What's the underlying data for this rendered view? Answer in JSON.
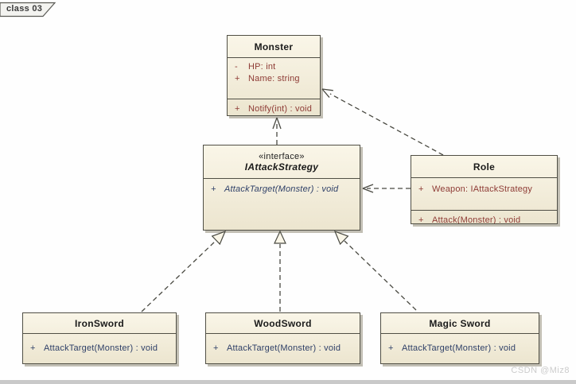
{
  "frame": {
    "label": "class 03"
  },
  "watermark": "CSDN @Miz8",
  "colors": {
    "box-fill-top": "#faf6e8",
    "box-fill-bottom": "#ece5cf",
    "box-border": "#504f45",
    "box-shadow": "#c2bfb4",
    "member-red": "#8e3b35",
    "member-blue": "#2f4068",
    "connector": "#4a4a42",
    "watermark": "#cccccc",
    "frame-text": "#3a3a3a",
    "bottom-strip": "#c9c9c9"
  },
  "classes": {
    "monster": {
      "name": "Monster",
      "attributes": [
        {
          "vis": "-",
          "text": "HP:  int"
        },
        {
          "vis": "+",
          "text": "Name:  string"
        }
      ],
      "methods": [
        {
          "vis": "+",
          "text": "Notify(int) : void"
        }
      ]
    },
    "strategy": {
      "stereotype": "«interface»",
      "name": "IAttackStrategy",
      "methods": [
        {
          "vis": "+",
          "text": "AttackTarget(Monster) : void"
        }
      ]
    },
    "role": {
      "name": "Role",
      "attributes": [
        {
          "vis": "+",
          "text": "Weapon:  IAttackStrategy"
        }
      ],
      "methods": [
        {
          "vis": "+",
          "text": "Attack(Monster) : void"
        }
      ]
    },
    "ironsword": {
      "name": "IronSword",
      "methods": [
        {
          "vis": "+",
          "text": "AttackTarget(Monster) : void"
        }
      ]
    },
    "woodsword": {
      "name": "WoodSword",
      "methods": [
        {
          "vis": "+",
          "text": "AttackTarget(Monster) : void"
        }
      ]
    },
    "magicsword": {
      "name": "Magic Sword",
      "methods": [
        {
          "vis": "+",
          "text": "AttackTarget(Monster) : void"
        }
      ]
    }
  },
  "relations": [
    {
      "from": "IAttackStrategy",
      "to": "Monster",
      "type": "dependency"
    },
    {
      "from": "Role",
      "to": "Monster",
      "type": "dependency"
    },
    {
      "from": "Role",
      "to": "IAttackStrategy",
      "type": "dependency"
    },
    {
      "from": "IronSword",
      "to": "IAttackStrategy",
      "type": "realization"
    },
    {
      "from": "WoodSword",
      "to": "IAttackStrategy",
      "type": "realization"
    },
    {
      "from": "Magic Sword",
      "to": "IAttackStrategy",
      "type": "realization"
    }
  ]
}
